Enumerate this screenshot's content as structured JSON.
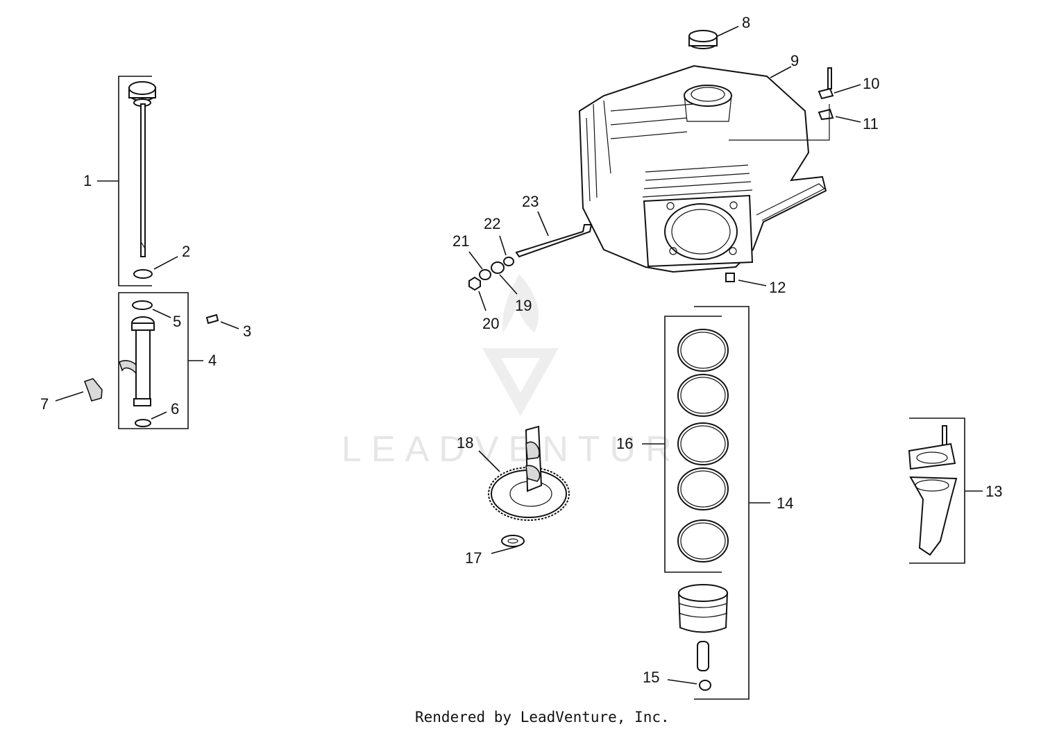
{
  "diagram": {
    "callouts": [
      "1",
      "2",
      "3",
      "4",
      "5",
      "6",
      "7",
      "8",
      "9",
      "10",
      "11",
      "12",
      "13",
      "14",
      "15",
      "16",
      "17",
      "18",
      "19",
      "20",
      "21",
      "22",
      "23"
    ],
    "watermark_text": "LEADVENTURE",
    "footer": "Rendered by LeadVenture, Inc.",
    "colors": {
      "ink": "#111111",
      "watermark": "#e6e6e6",
      "background": "#ffffff"
    }
  }
}
